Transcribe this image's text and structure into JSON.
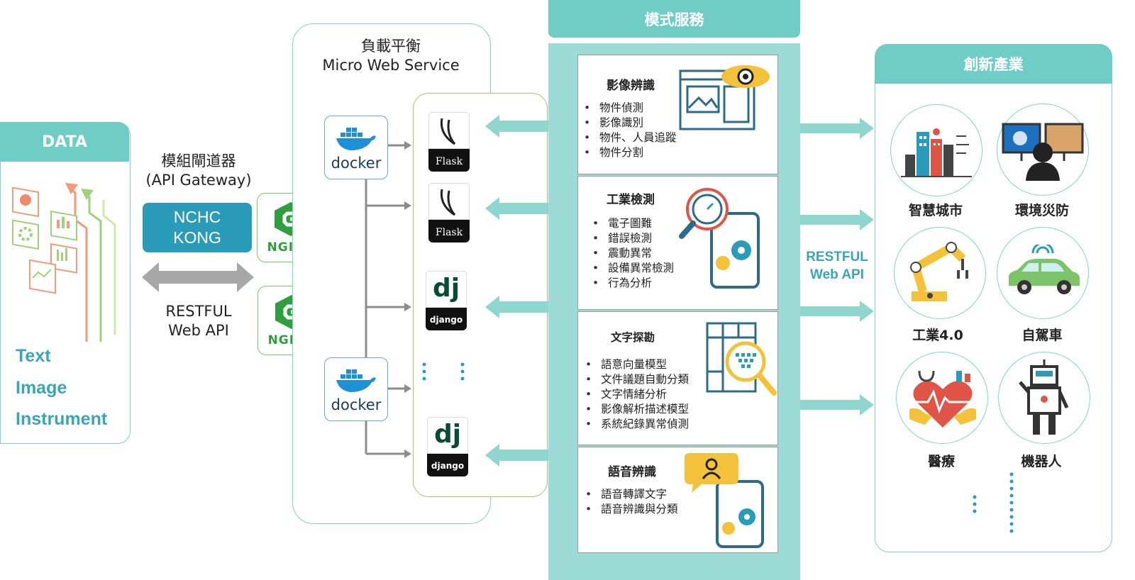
{
  "data_panel": {
    "title": "DATA",
    "items": [
      "Text",
      "Image",
      "Instrument"
    ]
  },
  "gateway": {
    "title_zh": "模組閘道器",
    "title_en": "(API Gateway)",
    "kong_line1": "NCHC",
    "kong_line2": "KONG",
    "api_line1": "RESTFUL",
    "api_line2": "Web API"
  },
  "nginx": {
    "label": "NGINX"
  },
  "micro": {
    "title_zh": "負載平衡",
    "title_en": "Micro Web Service"
  },
  "docker": {
    "label": "docker"
  },
  "frameworks": {
    "flask": "Flask",
    "django_logo": "dj",
    "django": "django"
  },
  "models": {
    "title": "模式服務",
    "cards": [
      {
        "title": "影像辨識",
        "items": [
          "物件偵測",
          "影像識別",
          "物件、人員追蹤",
          "物件分割"
        ]
      },
      {
        "title": "工業檢測",
        "items": [
          "電子圖難",
          "錯誤檢測",
          "震動異常",
          "設備異常檢測",
          "行為分析"
        ]
      },
      {
        "title": "文字探勘",
        "items": [
          "語意向量模型",
          "文件議題自動分類",
          "文字情緒分析",
          "影像解析描述模型",
          "系統紀錄異常偵測"
        ]
      },
      {
        "title": "語音辨識",
        "items": [
          "語音轉譯文字",
          "語音辨識與分類"
        ]
      }
    ]
  },
  "restful_right": {
    "line1": "RESTFUL",
    "line2": "Web API"
  },
  "industry": {
    "title": "創新產業",
    "items": [
      "智慧城市",
      "環境災防",
      "工業4.0",
      "自駕車",
      "醫療",
      "機器人"
    ]
  },
  "colors": {
    "teal": "#6fcdc6",
    "teal_light": "#9ddbd6",
    "kong": "#2a9bb8",
    "nginx": "#2e9e3e",
    "docker": "#1f8fd6"
  }
}
